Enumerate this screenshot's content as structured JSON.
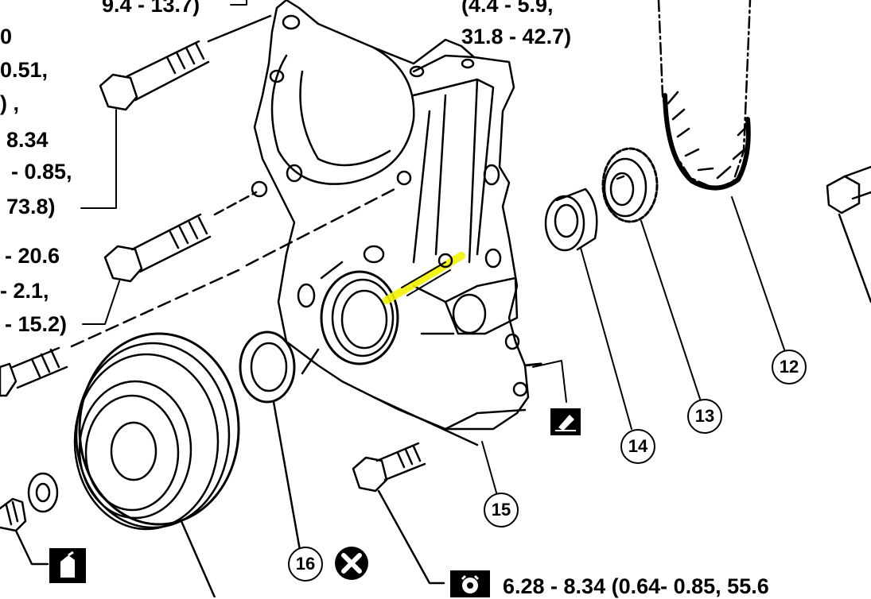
{
  "torque_labels": {
    "t1": "9.4 - 13.7)",
    "t2": "(4.4 - 5.9,",
    "t3": "31.8 - 42.7)",
    "t4": "0",
    "t5": "0.51,",
    "t6": ") ,",
    "t7": "8.34",
    "t8": "- 0.85,",
    "t9": "73.8)",
    "t10": "- 20.6",
    "t11": "- 2.1,",
    "t12": "- 15.2)",
    "t13": "6.28  -  8.34  (0.64-  0.85,  55.6"
  },
  "callouts": {
    "c12": "12",
    "c13": "13",
    "c14": "14",
    "c15": "15",
    "c16": "16"
  },
  "icons": {
    "sealant": "sealant-icon",
    "replace": "do-not-reuse-icon",
    "lubricate": "lubricate-icon",
    "torque": "torque-wrench-icon"
  },
  "colors": {
    "line": "#000000",
    "highlight": "#f2f200"
  }
}
